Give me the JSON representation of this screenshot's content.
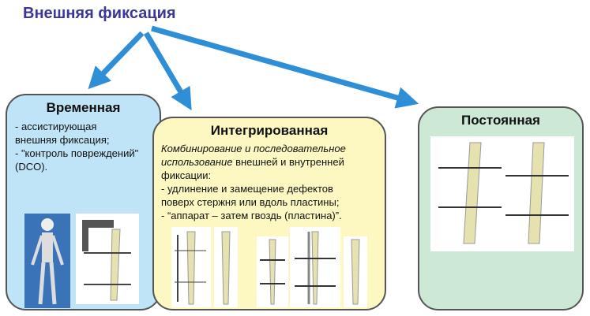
{
  "title": "Внешняя фиксация",
  "colors": {
    "title": "#3b3797",
    "arrow": "#2f8fd6",
    "temporary": "#bfe3f7",
    "integrated": "#fdf8c2",
    "permanent": "#cde9d6"
  },
  "temporary": {
    "heading": "Временная",
    "lines": [
      "- ассистирующая",
      "внешняя фиксация;",
      "- \"контроль повреждений\"",
      "(DCO)."
    ]
  },
  "integrated": {
    "heading": "Интегрированная",
    "italic_1": "Комбинирование и последовательное",
    "italic_2": "использование",
    "line_2_rest": " внешней и внутренней",
    "lines": [
      "фиксации:",
      "- удлинение  и замещение дефектов",
      "поверх стержня или вдоль пластины;",
      "- “аппарат – затем гвоздь (пластина)”."
    ]
  },
  "permanent": {
    "heading": "Постоянная"
  }
}
